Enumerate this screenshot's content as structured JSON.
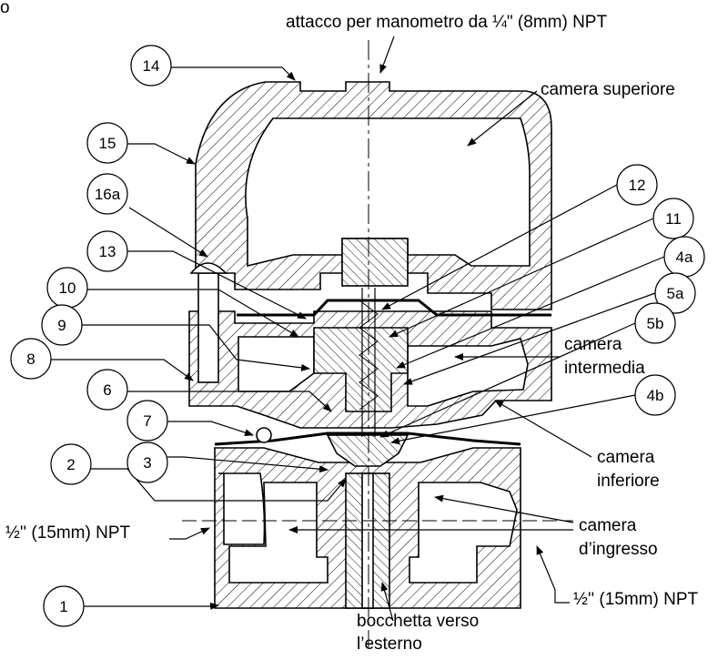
{
  "figure": {
    "corner_mark": "o",
    "callouts": [
      "1",
      "2",
      "3",
      "4a",
      "4b",
      "5a",
      "5b",
      "6",
      "7",
      "8",
      "9",
      "10",
      "11",
      "12",
      "13",
      "14",
      "15",
      "16a"
    ],
    "labels": {
      "gauge_port": "attacco per manometro da ¼\" (8mm) NPT",
      "upper_chamber": "camera superiore",
      "middle_chamber_1": "camera",
      "middle_chamber_2": "intermedia",
      "lower_chamber_1": "camera",
      "lower_chamber_2": "inferiore",
      "inlet_chamber_1": "camera",
      "inlet_chamber_2": "d’ingresso",
      "inlet_left": "½'' (15mm) NPT",
      "outlet_right": "½'' (15mm) NPT",
      "vent_1": "bocchetta verso",
      "vent_2": "l’esterno"
    },
    "colors": {
      "line": "#000000",
      "background": "#ffffff"
    }
  }
}
